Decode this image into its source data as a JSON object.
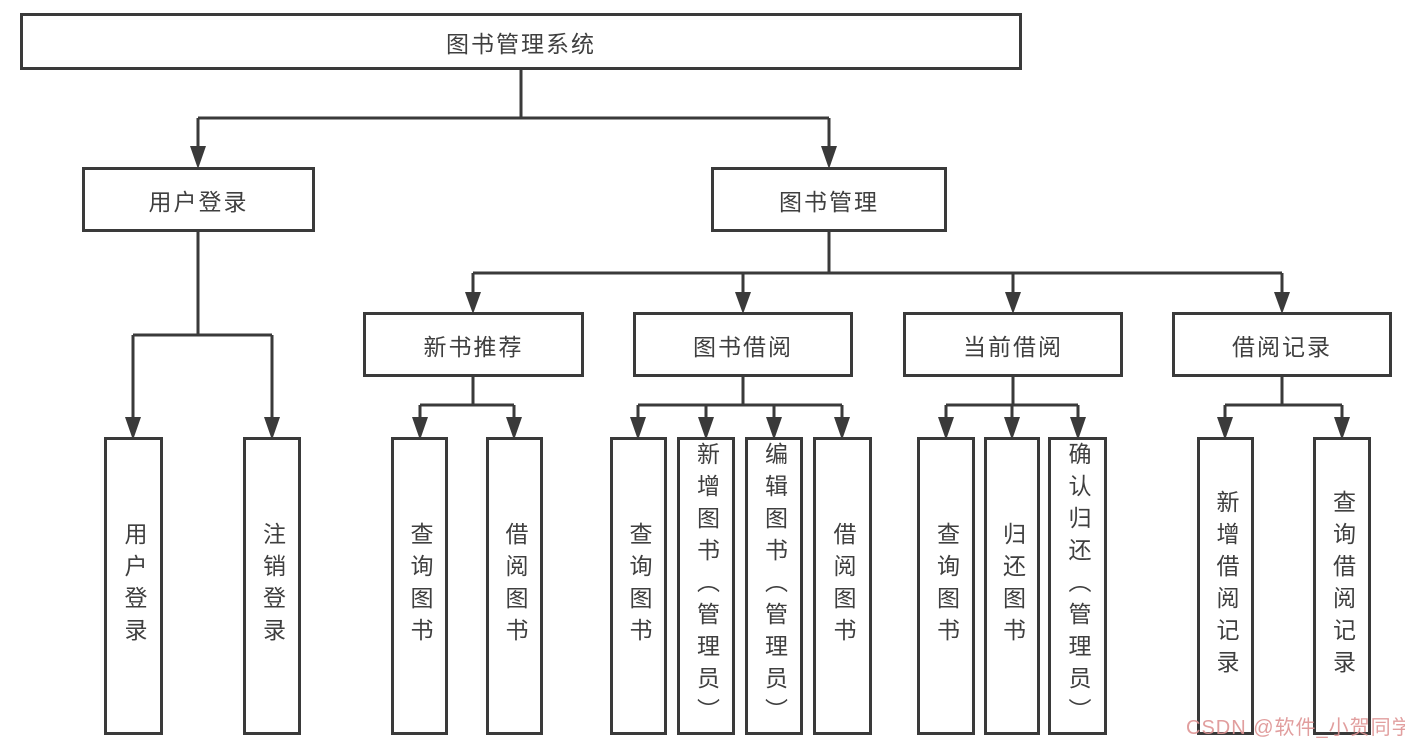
{
  "diagram": {
    "root": {
      "label": "图书管理系统"
    },
    "branches": [
      {
        "label": "用户登录",
        "children": [
          {
            "label": "用户登录"
          },
          {
            "label": "注销登录"
          }
        ]
      },
      {
        "label": "图书管理",
        "children": [
          {
            "label": "新书推荐",
            "children": [
              {
                "label": "查询图书"
              },
              {
                "label": "借阅图书"
              }
            ]
          },
          {
            "label": "图书借阅",
            "children": [
              {
                "label": "查询图书"
              },
              {
                "label": "新增图书（管理员）"
              },
              {
                "label": "编辑图书（管理员）"
              },
              {
                "label": "借阅图书"
              }
            ]
          },
          {
            "label": "当前借阅",
            "children": [
              {
                "label": "查询图书"
              },
              {
                "label": "归还图书"
              },
              {
                "label": "确认归还（管理员）"
              }
            ]
          },
          {
            "label": "借阅记录",
            "children": [
              {
                "label": "新增借阅记录"
              },
              {
                "label": "查询借阅记录"
              }
            ]
          }
        ]
      }
    ],
    "watermark": "CSDN @软件_小贺同学",
    "colors": {
      "line": "#3a3a3a",
      "text": "#3f3f3f",
      "watermark": "#de9494",
      "background": "#ffffff"
    }
  }
}
